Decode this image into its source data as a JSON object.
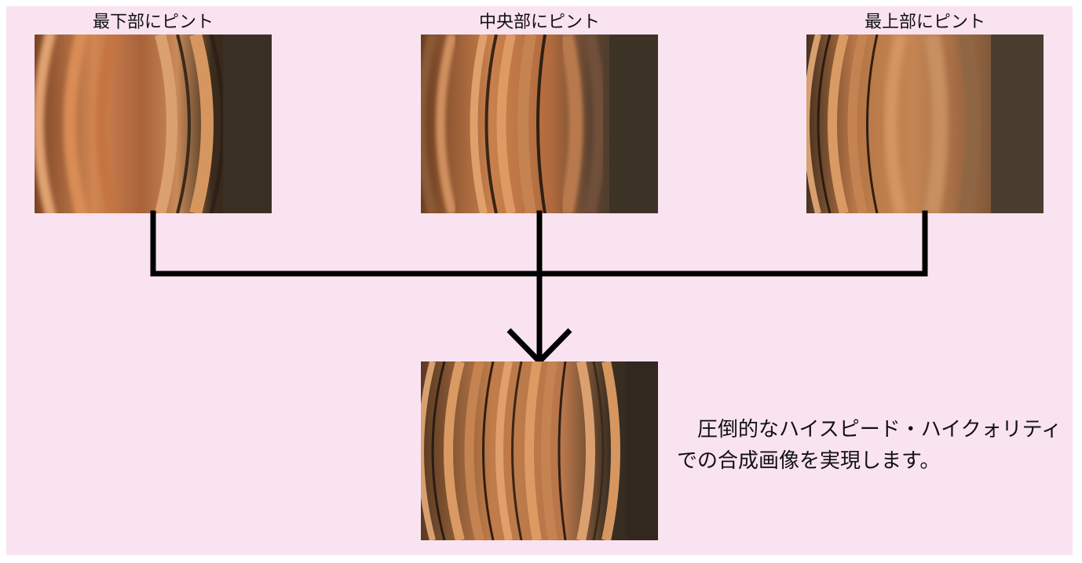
{
  "images": {
    "bottom_focus": {
      "label": "最下部にピント",
      "icon": "coin-stack-photo"
    },
    "middle_focus": {
      "label": "中央部にピント",
      "icon": "coin-stack-photo"
    },
    "top_focus": {
      "label": "最上部にピント",
      "icon": "coin-stack-photo"
    },
    "composite": {
      "icon": "coin-stack-composite-photo"
    }
  },
  "caption": {
    "line1": "　圧倒的なハイスピード・ハイクォリティ",
    "line2": "での合成画像を実現します。"
  },
  "colors": {
    "background": "#fae3f1",
    "connector": "#000000",
    "copper": "#c67a45",
    "dark": "#2e241a"
  }
}
